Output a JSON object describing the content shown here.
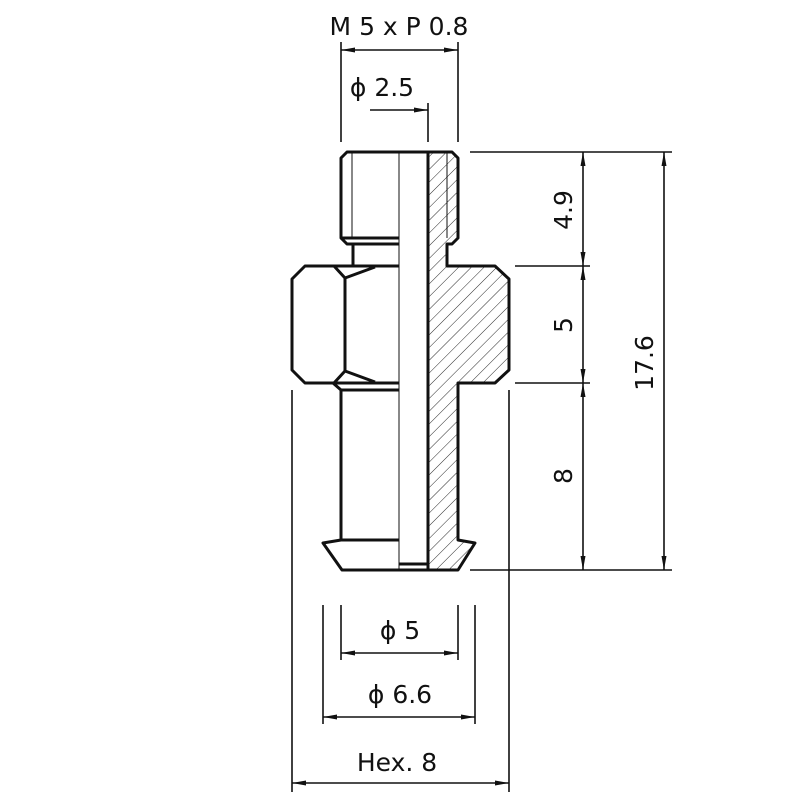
{
  "drawing": {
    "title": "Threaded hex adapter, section view",
    "dimensions": {
      "thread": "M 5 x P 0.8",
      "bore": "ϕ 2.5",
      "height_thread": "4.9",
      "height_hex": "5",
      "height_shank": "8",
      "height_total": "17.6",
      "shank_diameter": "ϕ 5",
      "flange_diameter": "ϕ 6.6",
      "hex_size": "Hex. 8"
    },
    "colors": {
      "line": "#111111",
      "background": "#ffffff"
    }
  }
}
